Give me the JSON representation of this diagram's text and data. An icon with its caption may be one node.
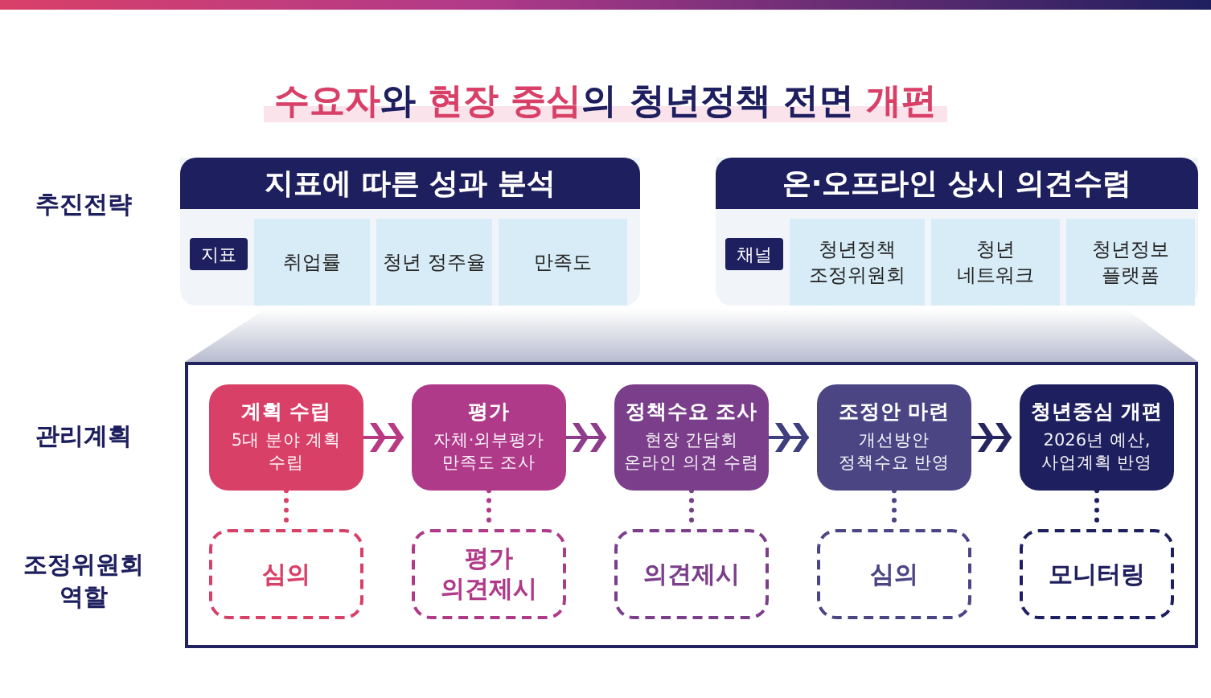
{
  "diagram": {
    "title": "**수요자**와 **현장 중심**의 청년정책 전면 **개편**",
    "nodes": [
      {
        "text": [
          "지표에 따른 성과 분석"
        ]
      },
      {
        "text": [
          "지표"
        ],
        "in": 0
      },
      {
        "text": [
          "취업률"
        ],
        "in": 0
      },
      {
        "text": [
          "청년 정주율"
        ],
        "in": 0
      },
      {
        "text": [
          "만족도"
        ],
        "in": 0
      },
      {
        "text": [
          "온·오프라인 상시 의견수렴"
        ]
      },
      {
        "text": [
          "채널"
        ],
        "in": 5
      },
      {
        "text": [
          "청년정책 조정위원회"
        ],
        "in": 5
      },
      {
        "text": [
          "청년 네트워크"
        ],
        "in": 5
      },
      {
        "text": [
          "청년정보 플랫폼"
        ],
        "in": 5
      },
      {
        "text": [],
        "shape": "box"
      },
      {
        "text": [
          "계획 수립",
          "5대 분야 계획 수립"
        ],
        "in": 10
      },
      {
        "text": [
          "평가",
          "자체·외부평가 만족도 조사"
        ],
        "in": 10
      },
      {
        "text": [
          "정책수요 조사",
          "현장 간담회 온라인 의견 수렴"
        ],
        "in": 10
      },
      {
        "text": [
          "조정안 마련",
          "개선방안 정책수요 반영"
        ],
        "in": 10
      },
      {
        "text": [
          "청년중심 개편",
          "2026년 예산, 사업계획 반영"
        ],
        "in": 10
      },
      {
        "text": [
          "심의"
        ],
        "in": 10
      },
      {
        "text": [
          "평가 의견제시"
        ],
        "in": 10
      },
      {
        "text": [
          "의견제시"
        ],
        "in": 10
      },
      {
        "text": [
          "심의"
        ],
        "in": 10
      },
      {
        "text": [
          "모니터링"
        ],
        "in": 10
      }
    ],
    "edges": [
      {
        "from": 11,
        "to": 12,
        "arrow": "to",
        "color": "#b83a82"
      },
      {
        "from": 12,
        "to": 13,
        "arrow": "to",
        "color": "#8e3d8a"
      },
      {
        "from": 13,
        "to": 14,
        "arrow": "to",
        "color": "#3f3f80"
      },
      {
        "from": 14,
        "to": 15,
        "arrow": "to",
        "color": "#25265f"
      },
      {
        "from": 11,
        "to": 16,
        "arrow": "none",
        "style": "dashed",
        "color": "#d94068"
      },
      {
        "from": 12,
        "to": 17,
        "arrow": "none",
        "style": "dashed",
        "color": "#b03a8a"
      },
      {
        "from": 13,
        "to": 18,
        "arrow": "none",
        "style": "dashed",
        "color": "#7a3e8a"
      },
      {
        "from": 14,
        "to": 19,
        "arrow": "none",
        "style": "dashed",
        "color": "#4b4584"
      },
      {
        "from": 15,
        "to": 20,
        "arrow": "none",
        "style": "dashed",
        "color": "#1e1f5e"
      }
    ],
    "labels": [
      "추진전략",
      "관리계획",
      "조정위원회 역할"
    ]
  }
}
